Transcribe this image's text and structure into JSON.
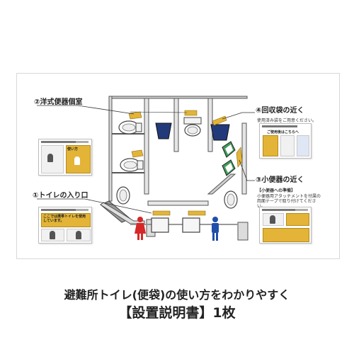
{
  "callouts": {
    "toilet_stall": "②洋式便器個室",
    "entrance": "①トイレの入り口",
    "near_collection": "④回収袋の近く",
    "near_collection_note": "使用済み袋をご用意ください。",
    "near_urinal": "③小便器の近く",
    "urinal_prep": "【小便器への準備】",
    "urinal_prep_note": "小便器用アタッチメントを付属の両面テープで取り付けてください。"
  },
  "sheets": {
    "sheet_title": "使い方",
    "entrance_sheet_text": "ここでは携帯トイレを使用しています。",
    "collection_sheet_text": "ご使用後はこちらへ"
  },
  "caption": {
    "line1": "避難所トイレ(便袋)の使い方をわかりやすく",
    "line2": "【設置説明書】1枚"
  },
  "colors": {
    "accent_yellow": "#e3b437",
    "bin_navy": "#233a7a",
    "urinal_green": "#3f9c5a",
    "person_female": "#d62828",
    "person_male": "#1f4fa8"
  },
  "icons": [
    "female-person-icon",
    "male-person-icon",
    "toilet-icon",
    "urinal-icon",
    "trash-bin-icon"
  ]
}
